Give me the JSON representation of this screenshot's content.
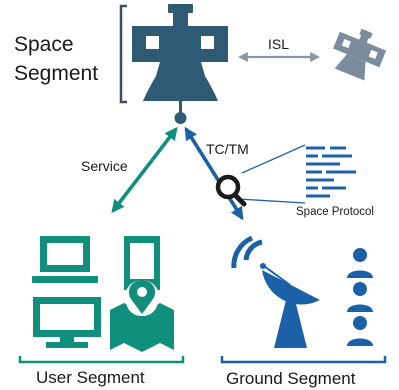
{
  "labels": {
    "space_segment_line1": "Space",
    "space_segment_line2": "Segment",
    "isl": "ISL",
    "service": "Service",
    "tc_tm": "TC/TM",
    "space_protocol": "Space Protocol",
    "user_segment": "User Segment",
    "ground_segment": "Ground Segment"
  },
  "colors": {
    "satellite": "#2f5a73",
    "satellite_secondary": "#7b8c9c",
    "teal": "#0f8f7c",
    "blue": "#1b61a8",
    "dark": "#1a1a1a",
    "bracket": "#3c4f62"
  },
  "icons": {
    "main_satellite": "satellite-icon",
    "secondary_satellite": "satellite-icon",
    "protocol": "magnifier-over-data-lines-icon",
    "user_devices": [
      "laptop-icon",
      "smartphone-icon",
      "monitor-icon",
      "map-pin-icon"
    ],
    "ground_equipment": [
      "satellite-dish-icon",
      "people-icon"
    ]
  }
}
